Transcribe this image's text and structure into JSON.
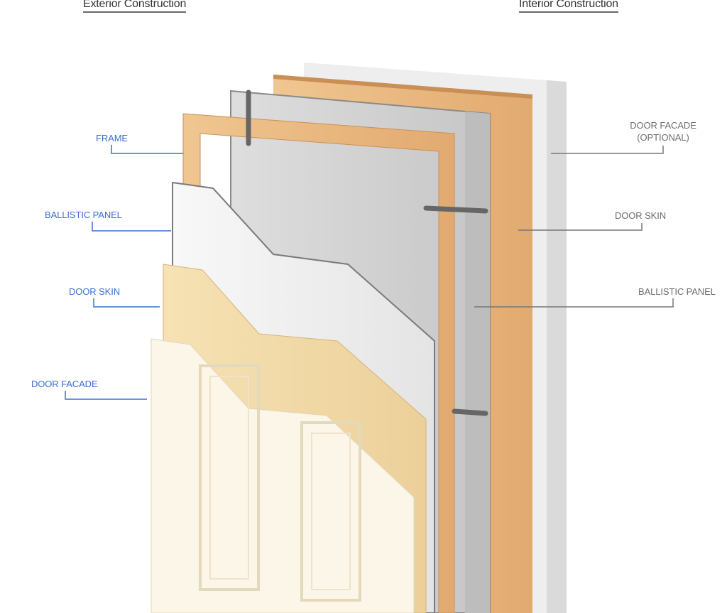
{
  "headers": {
    "exterior": "Exterior Construction",
    "interior": "Interior Construction"
  },
  "left_labels": [
    "FRAME",
    "BALLISTIC PANEL",
    "DOOR SKIN",
    "DOOR FACADE"
  ],
  "right_labels": [
    "DOOR FACADE",
    "(OPTIONAL)",
    "DOOR SKIN",
    "BALLISTIC PANEL"
  ],
  "colors": {
    "left_label": "#3b6fd4",
    "right_label": "#6e6e6e",
    "wood": "#e8b57e",
    "light_wood": "#f1d8a4",
    "facade": "#fbf6e8",
    "ballistic_gray": "#cfcfcf"
  }
}
